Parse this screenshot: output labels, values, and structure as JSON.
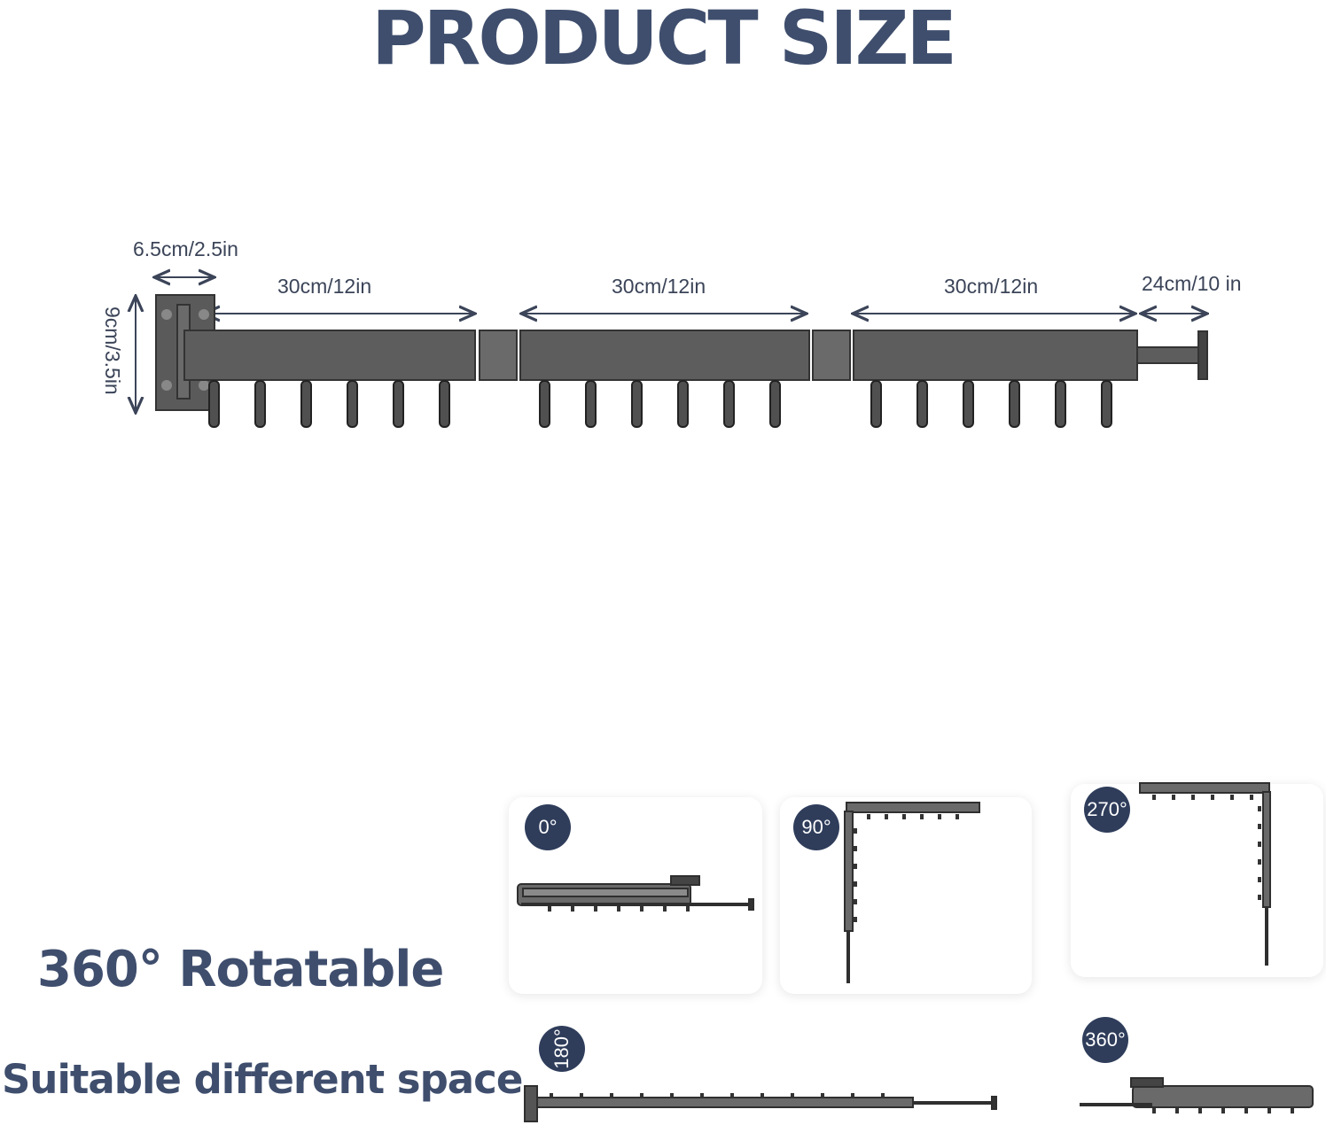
{
  "title": "PRODUCT SIZE",
  "dimensions": {
    "base_width": "6.5cm/2.5in",
    "height": "9cm/3.5in",
    "arm1": "30cm/12in",
    "arm2": "30cm/12in",
    "arm3": "30cm/12in",
    "end": "24cm/10 in"
  },
  "rotation": {
    "heading": "360° Rotatable",
    "subheading": "Suitable different space",
    "angles": [
      "0°",
      "90°",
      "270°",
      "180°",
      "360°"
    ]
  },
  "colors": {
    "title": "#3f4e6d",
    "badge": "#2f3d5b",
    "rack": "#4a4a4a"
  }
}
